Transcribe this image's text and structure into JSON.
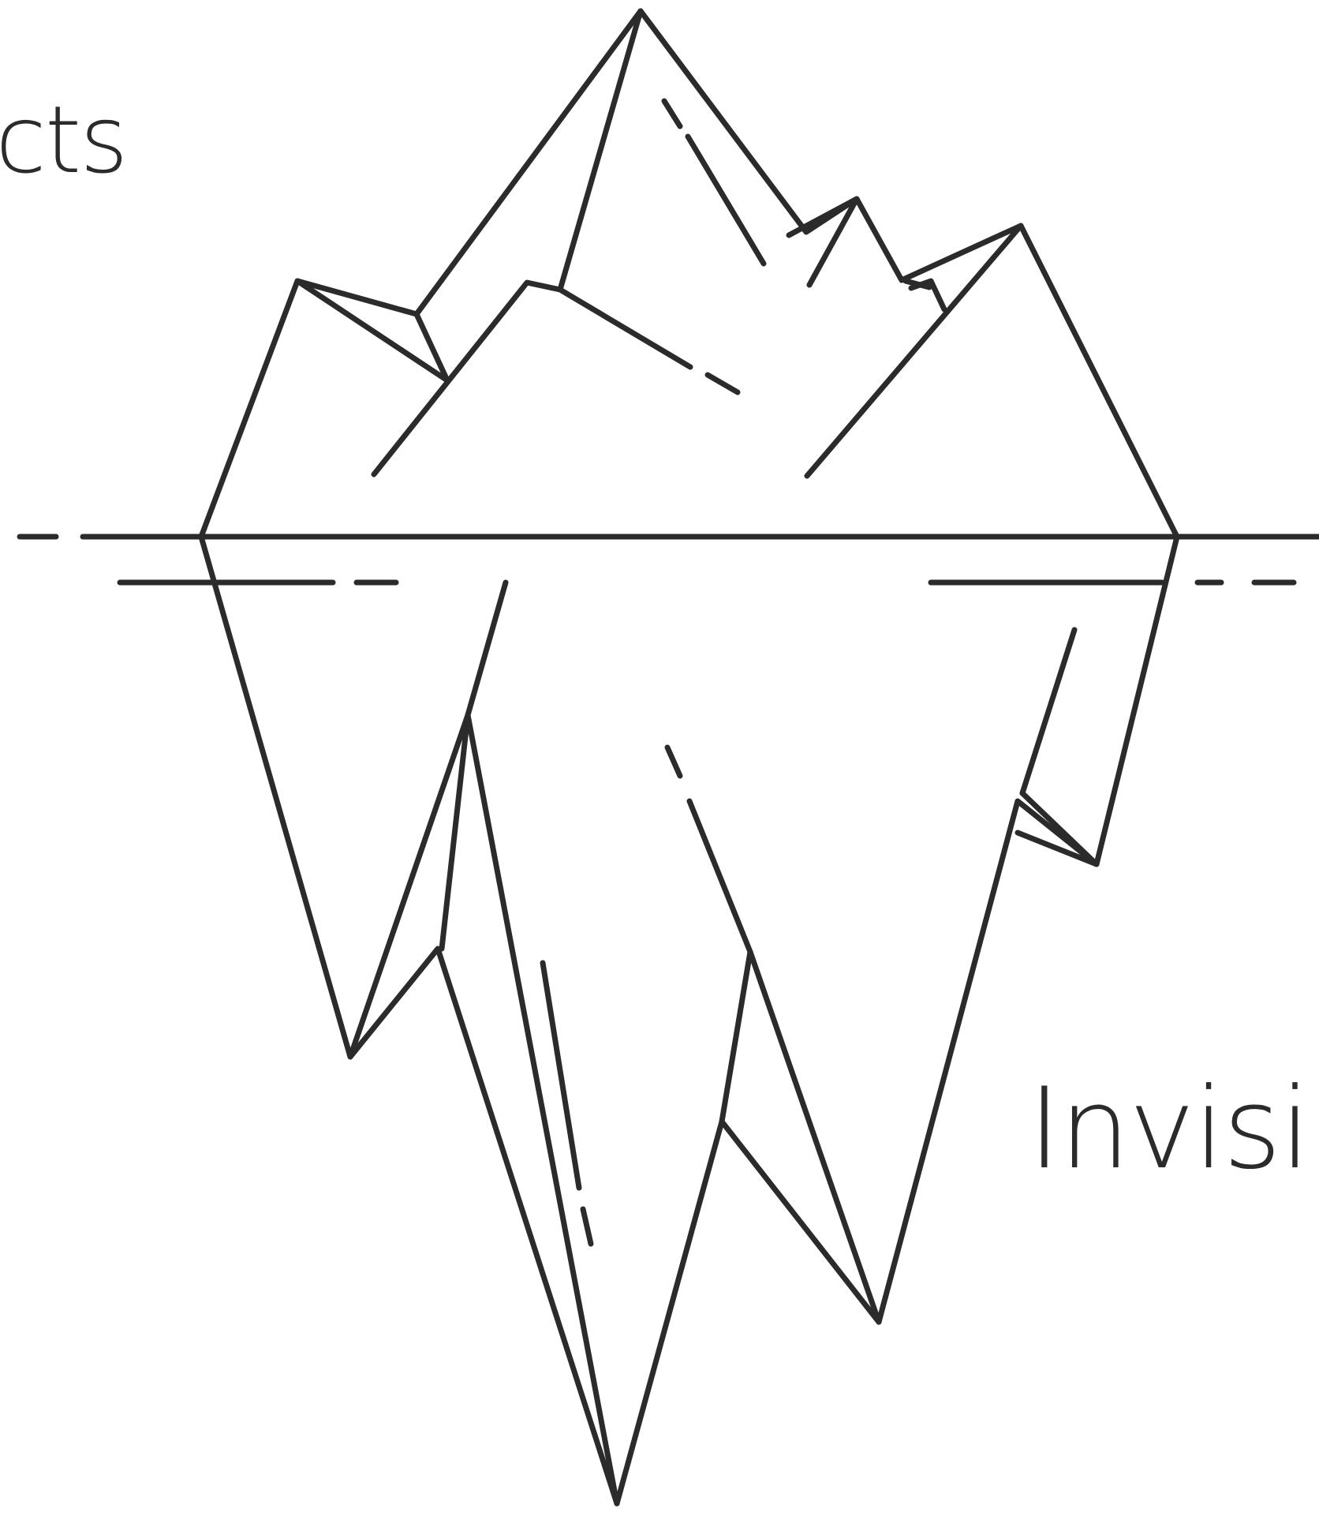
{
  "labels": {
    "top": "cts",
    "bottom": "Invisi"
  },
  "colors": {
    "ink": "#2b2b2b",
    "background": "#ffffff"
  },
  "icons": {
    "drawing": "iceberg-line-illustration"
  }
}
